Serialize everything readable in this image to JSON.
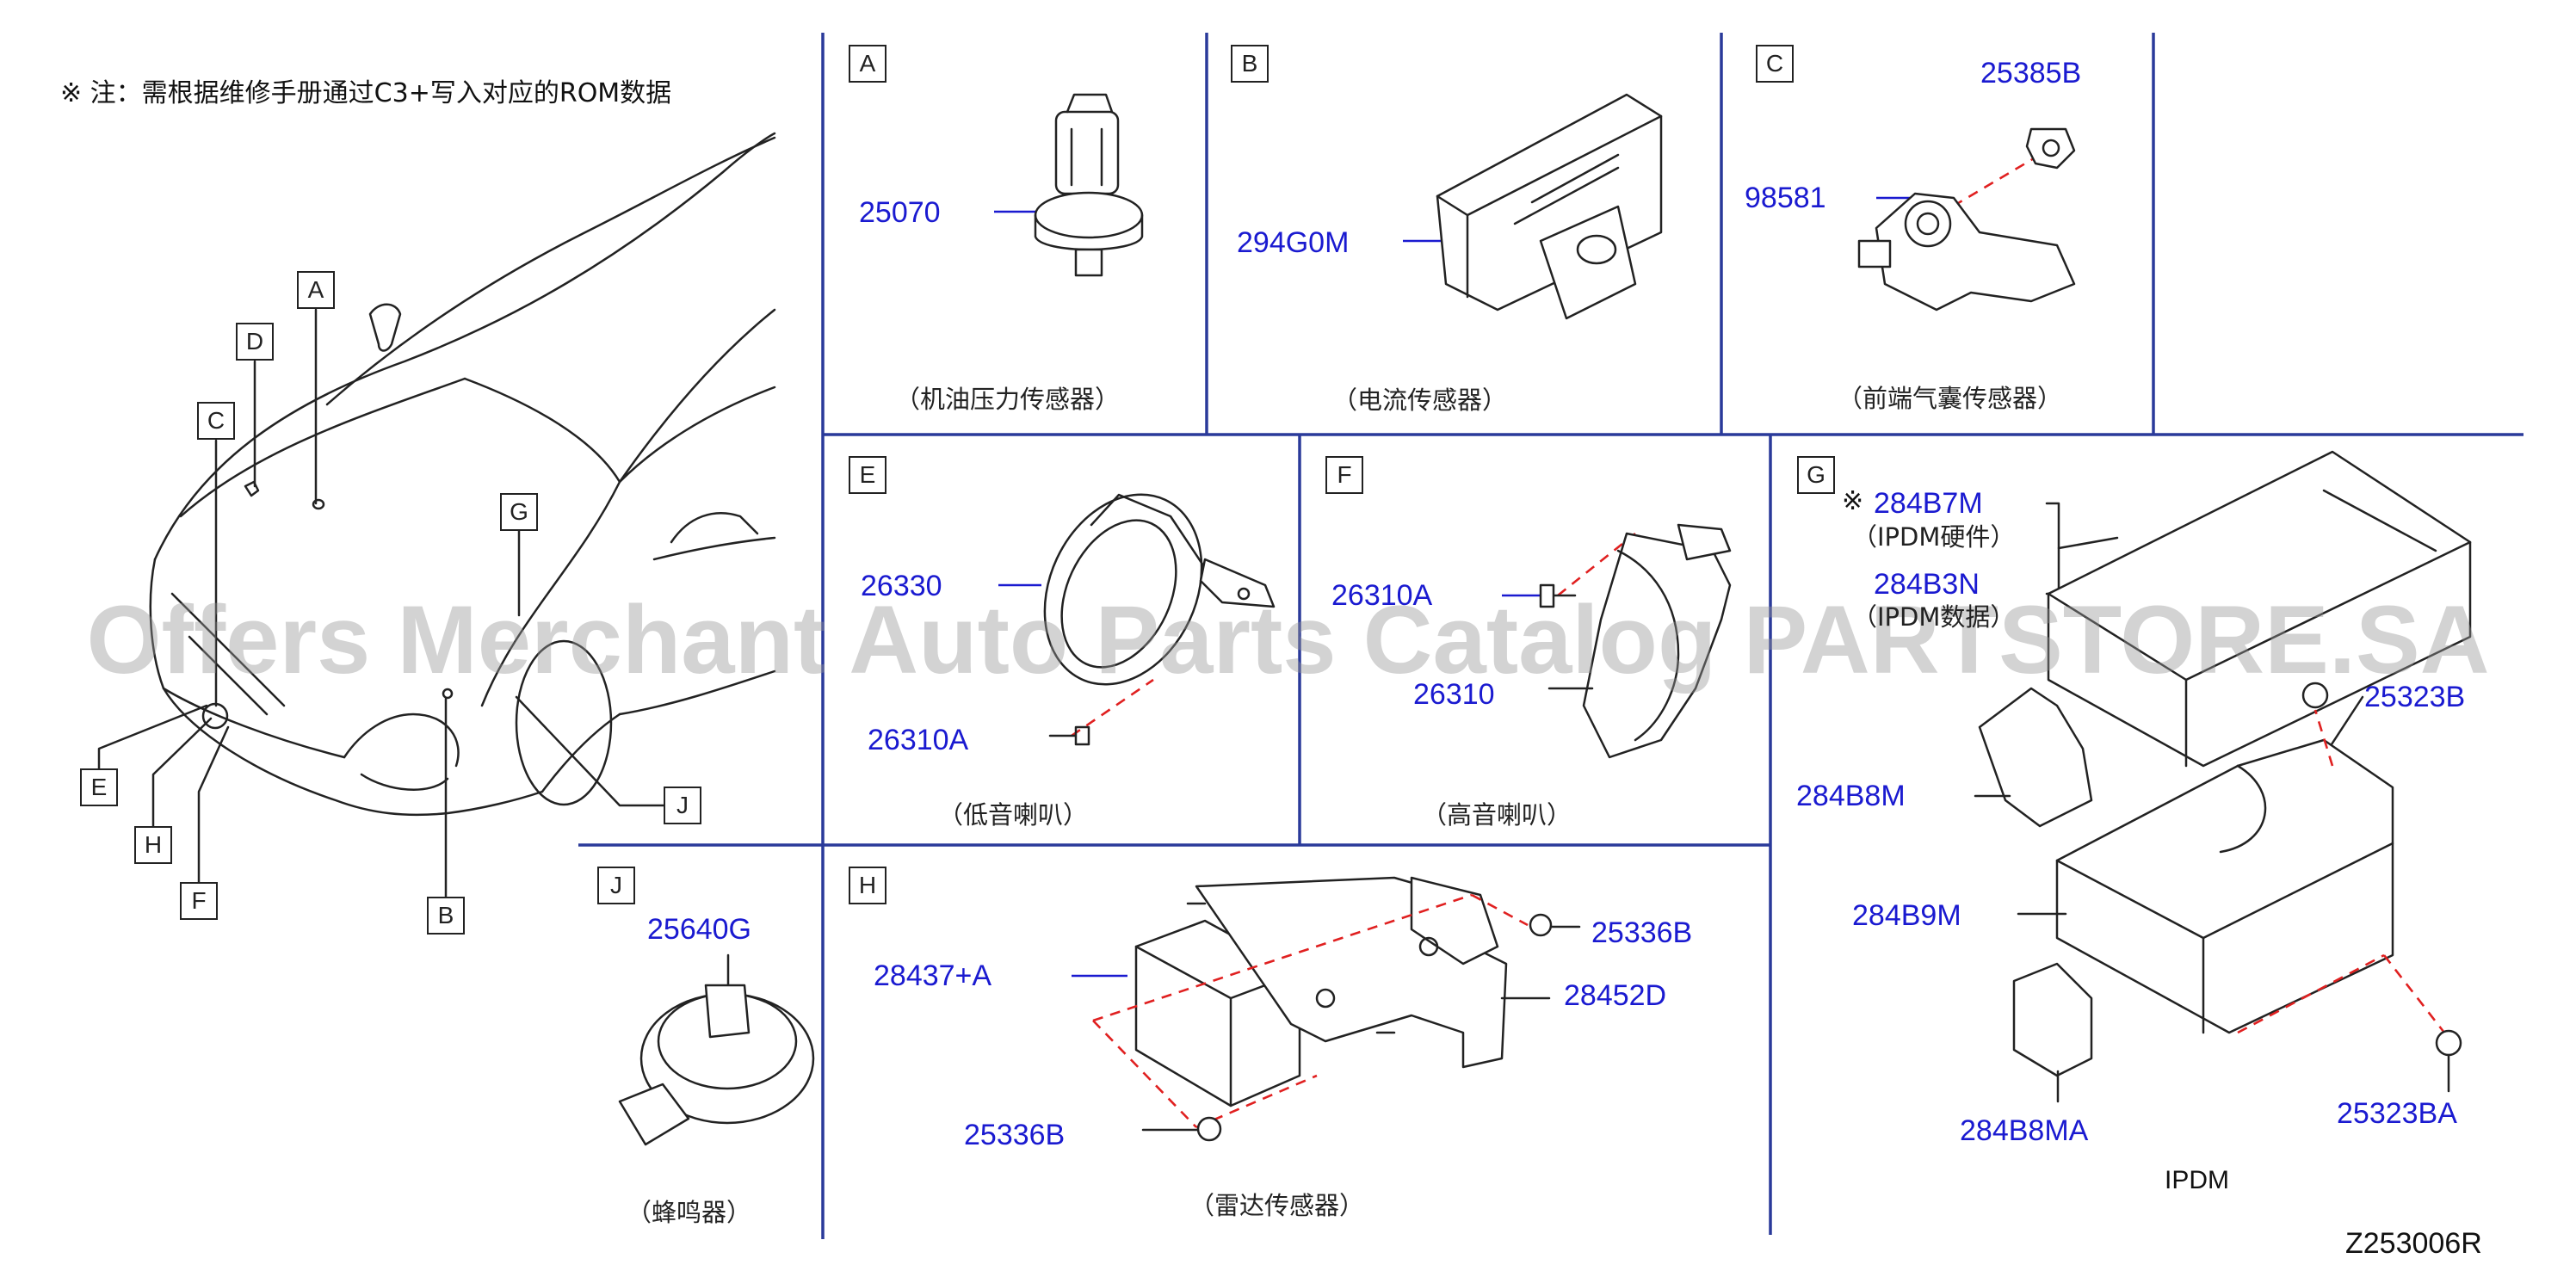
{
  "note": "※ 注：需根据维修手册通过C3+写入对应的ROM数据",
  "diagram_code": "Z253006R",
  "watermark": "Offers Merchant Auto Parts Catalog PARTSTORE.SA",
  "panels": {
    "A": {
      "letter": "A",
      "caption": "（机油压力传感器）",
      "parts": [
        "25070"
      ]
    },
    "B": {
      "letter": "B",
      "caption": "（电流传感器）",
      "parts": [
        "294G0M"
      ]
    },
    "C": {
      "letter": "C",
      "caption": "（前端气囊传感器）",
      "parts": [
        "25385B",
        "98581"
      ]
    },
    "E": {
      "letter": "E",
      "caption": "（低音喇叭）",
      "parts": [
        "26330",
        "26310A"
      ]
    },
    "F": {
      "letter": "F",
      "caption": "（高音喇叭）",
      "parts": [
        "26310A",
        "26310"
      ]
    },
    "G": {
      "letter": "G",
      "caption": "IPDM",
      "mark": "※",
      "parts": [
        "284B7M",
        "284B3N",
        "25323B",
        "284B8M",
        "284B9M",
        "284B8MA",
        "25323BA"
      ],
      "sub_labels": [
        "（IPDM硬件）",
        "（IPDM数据）"
      ]
    },
    "J": {
      "letter": "J",
      "caption": "（蜂鸣器）",
      "parts": [
        "25640G"
      ]
    },
    "H": {
      "letter": "H",
      "caption": "（雷达传感器）",
      "parts": [
        "28437+A",
        "25336B",
        "28452D",
        "25336B"
      ]
    }
  },
  "vehicle_callouts": [
    "A",
    "D",
    "C",
    "G",
    "E",
    "H",
    "F",
    "B",
    "J"
  ],
  "colors": {
    "part_number": "#1a1ad0",
    "line": "#222222",
    "leader_dashed": "#e02020",
    "divider": "#2a3a9a"
  }
}
